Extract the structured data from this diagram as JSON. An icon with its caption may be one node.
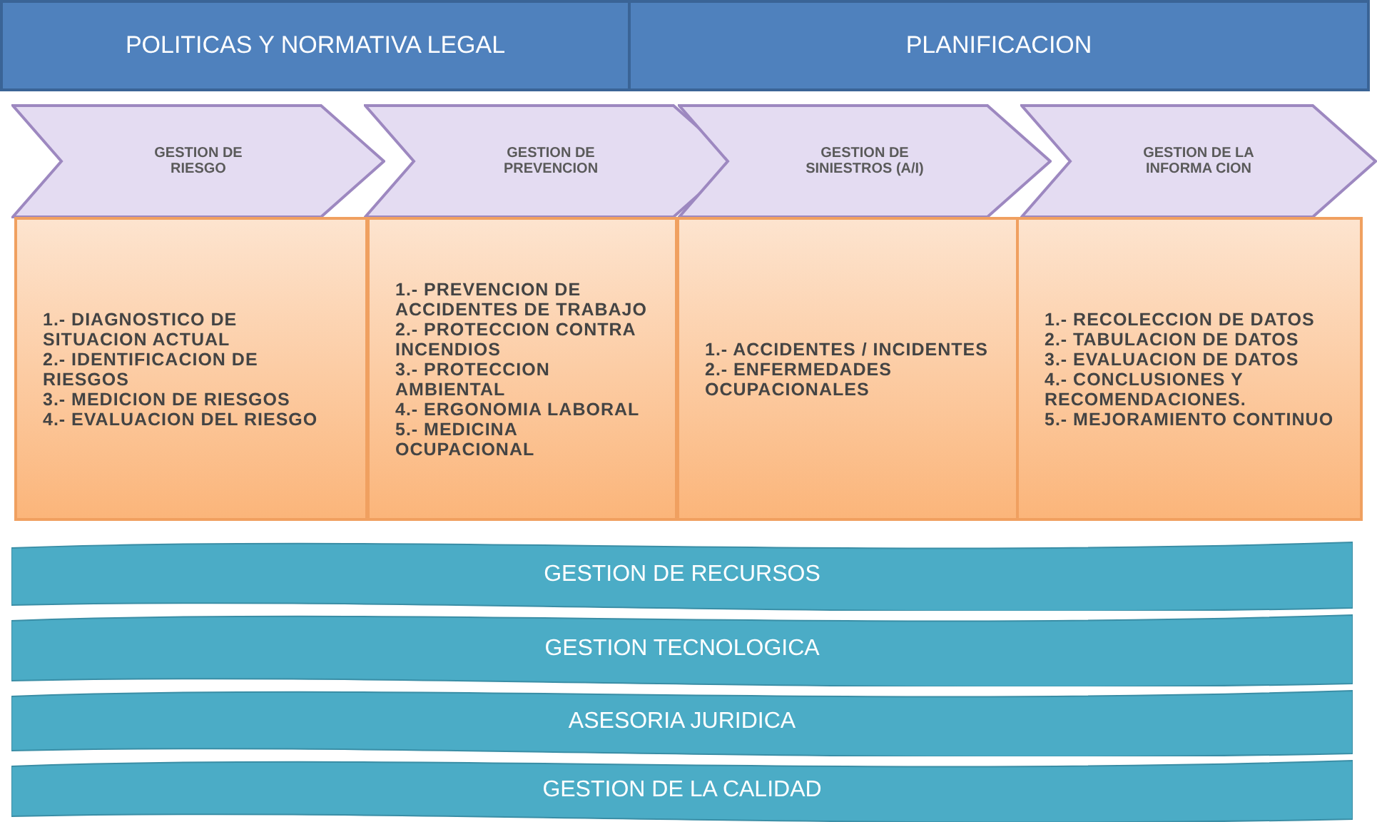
{
  "diagram": {
    "nodes": [
      {
        "text": [
          "POLITICAS Y NORMATIVA LEGAL"
        ]
      },
      {
        "text": [
          "PLANIFICACION"
        ]
      },
      {
        "text": [
          "GESTION DE RIESGO"
        ]
      },
      {
        "text": [
          "GESTION DE PREVENCION"
        ]
      },
      {
        "text": [
          "GESTION DE SINIESTROS (A/I)"
        ]
      },
      {
        "text": [
          "GESTION DE LA INFORMA CION"
        ]
      },
      {
        "text": [
          "1.- DIAGNOSTICO DE SITUACION ACTUAL",
          "2.- IDENTIFICACION DE RIESGOS",
          "3.- MEDICION DE RIESGOS",
          "4.- EVALUACION DEL RIESGO"
        ]
      },
      {
        "text": [
          "1.- PREVENCION DE ACCIDENTES DE TRABAJO",
          "2.- PROTECCION CONTRA INCENDIOS",
          "3.- PROTECCION AMBIENTAL",
          "4.- ERGONOMIA LABORAL",
          "5.- MEDICINA OCUPACIONAL"
        ]
      },
      {
        "text": [
          "1.- ACCIDENTES / INCIDENTES",
          "2.- ENFERMEDADES OCUPACIONALES"
        ]
      },
      {
        "text": [
          "1.- RECOLECCION DE DATOS",
          "2.- TABULACION DE DATOS",
          "3.- EVALUACION DE DATOS",
          "4.- CONCLUSIONES Y RECOMENDACIONES.",
          "5.- MEJORAMIENTO CONTINUO"
        ]
      },
      {
        "text": [
          "GESTION DE RECURSOS"
        ]
      },
      {
        "text": [
          "GESTION TECNOLOGICA"
        ]
      },
      {
        "text": [
          "ASESORIA JURIDICA"
        ]
      },
      {
        "text": [
          "GESTION DE LA CALIDAD"
        ]
      }
    ]
  }
}
